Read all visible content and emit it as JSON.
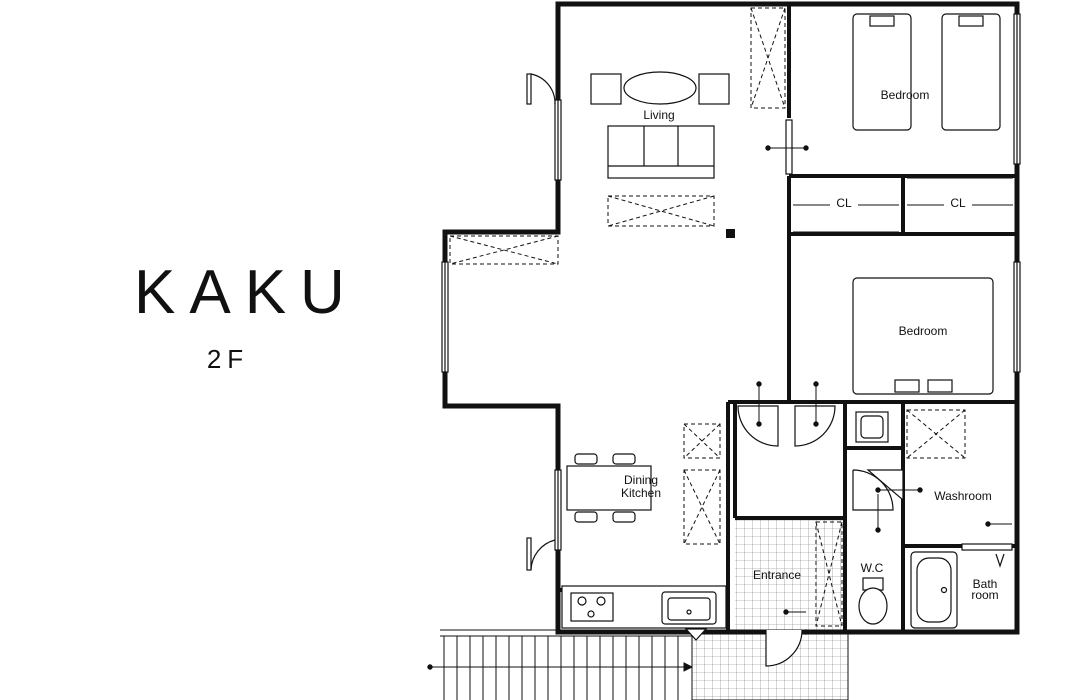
{
  "title": "KAKU",
  "floor": "2F",
  "rooms": {
    "living": "Living",
    "bedroom1": "Bedroom",
    "bedroom2": "Bedroom",
    "closet1": "CL",
    "closet2": "CL",
    "dining_line1": "Dining",
    "dining_line2": "Kitchen",
    "washroom": "Washroom",
    "entrance": "Entrance",
    "wc": "W.C",
    "bath_line1": "Bath",
    "bath_line2": "room"
  }
}
